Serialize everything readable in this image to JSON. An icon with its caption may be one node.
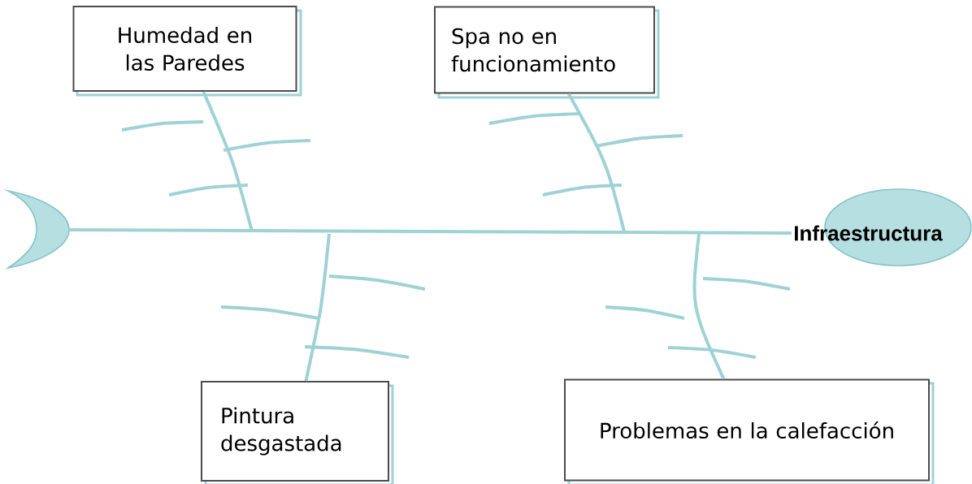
{
  "diagram": {
    "nodes": [
      {
        "text": [
          "Infraestructura"
        ]
      },
      {
        "text": [
          "Humedad en las Paredes"
        ]
      },
      {
        "text": [
          "Spa no en funcionamiento"
        ]
      },
      {
        "text": [
          "Pintura desgastada"
        ]
      },
      {
        "text": [
          "Problemas en la calefacción"
        ]
      },
      {
        "text": [],
        "shape": "crescent"
      }
    ],
    "edges": [
      {
        "from": 5,
        "to": 0,
        "arrow": "none"
      },
      {
        "from": 1,
        "to": null,
        "arrow": "none"
      },
      {
        "from": 2,
        "to": null,
        "arrow": "none"
      },
      {
        "from": 3,
        "to": null,
        "arrow": "none"
      },
      {
        "from": 4,
        "to": null,
        "arrow": "none"
      }
    ]
  }
}
